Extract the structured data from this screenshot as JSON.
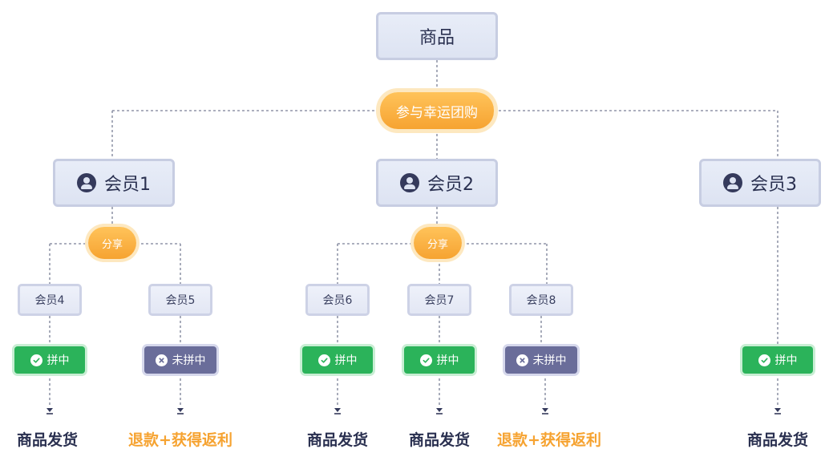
{
  "root": {
    "label": "商品"
  },
  "group_buy": {
    "label": "参与幸运团购"
  },
  "share_label": "分享",
  "members": [
    {
      "id": "m1",
      "label": "会员1",
      "level": 1
    },
    {
      "id": "m2",
      "label": "会员2",
      "level": 1
    },
    {
      "id": "m3",
      "label": "会员3",
      "level": 1,
      "status": "win",
      "status_label": "拼中",
      "outcome": "ship",
      "outcome_label": "商品发货"
    },
    {
      "id": "m4",
      "label": "会员4",
      "level": 2,
      "parent": "m1",
      "status": "win",
      "status_label": "拼中",
      "outcome": "ship",
      "outcome_label": "商品发货"
    },
    {
      "id": "m5",
      "label": "会员5",
      "level": 2,
      "parent": "m1",
      "status": "lose",
      "status_label": "未拼中",
      "outcome": "refund",
      "outcome_label": "退款+获得返利"
    },
    {
      "id": "m6",
      "label": "会员6",
      "level": 2,
      "parent": "m2",
      "status": "win",
      "status_label": "拼中",
      "outcome": "ship",
      "outcome_label": "商品发货"
    },
    {
      "id": "m7",
      "label": "会员7",
      "level": 2,
      "parent": "m2",
      "status": "win",
      "status_label": "拼中",
      "outcome": "ship",
      "outcome_label": "商品发货"
    },
    {
      "id": "m8",
      "label": "会员8",
      "level": 2,
      "parent": "m2",
      "status": "lose",
      "status_label": "未拼中",
      "outcome": "refund",
      "outcome_label": "退款+获得返利"
    }
  ],
  "colors": {
    "box_fill": "#dde3f2",
    "box_border": "#c7cde2",
    "text_dark": "#2a3050",
    "pill_orange": "#f6a331",
    "status_win": "#2bb35a",
    "status_lose": "#6a6d9a",
    "connector": "#7a7f96"
  },
  "icons": {
    "member": "user-circle-icon",
    "win": "check-circle-icon",
    "lose": "x-circle-icon"
  }
}
